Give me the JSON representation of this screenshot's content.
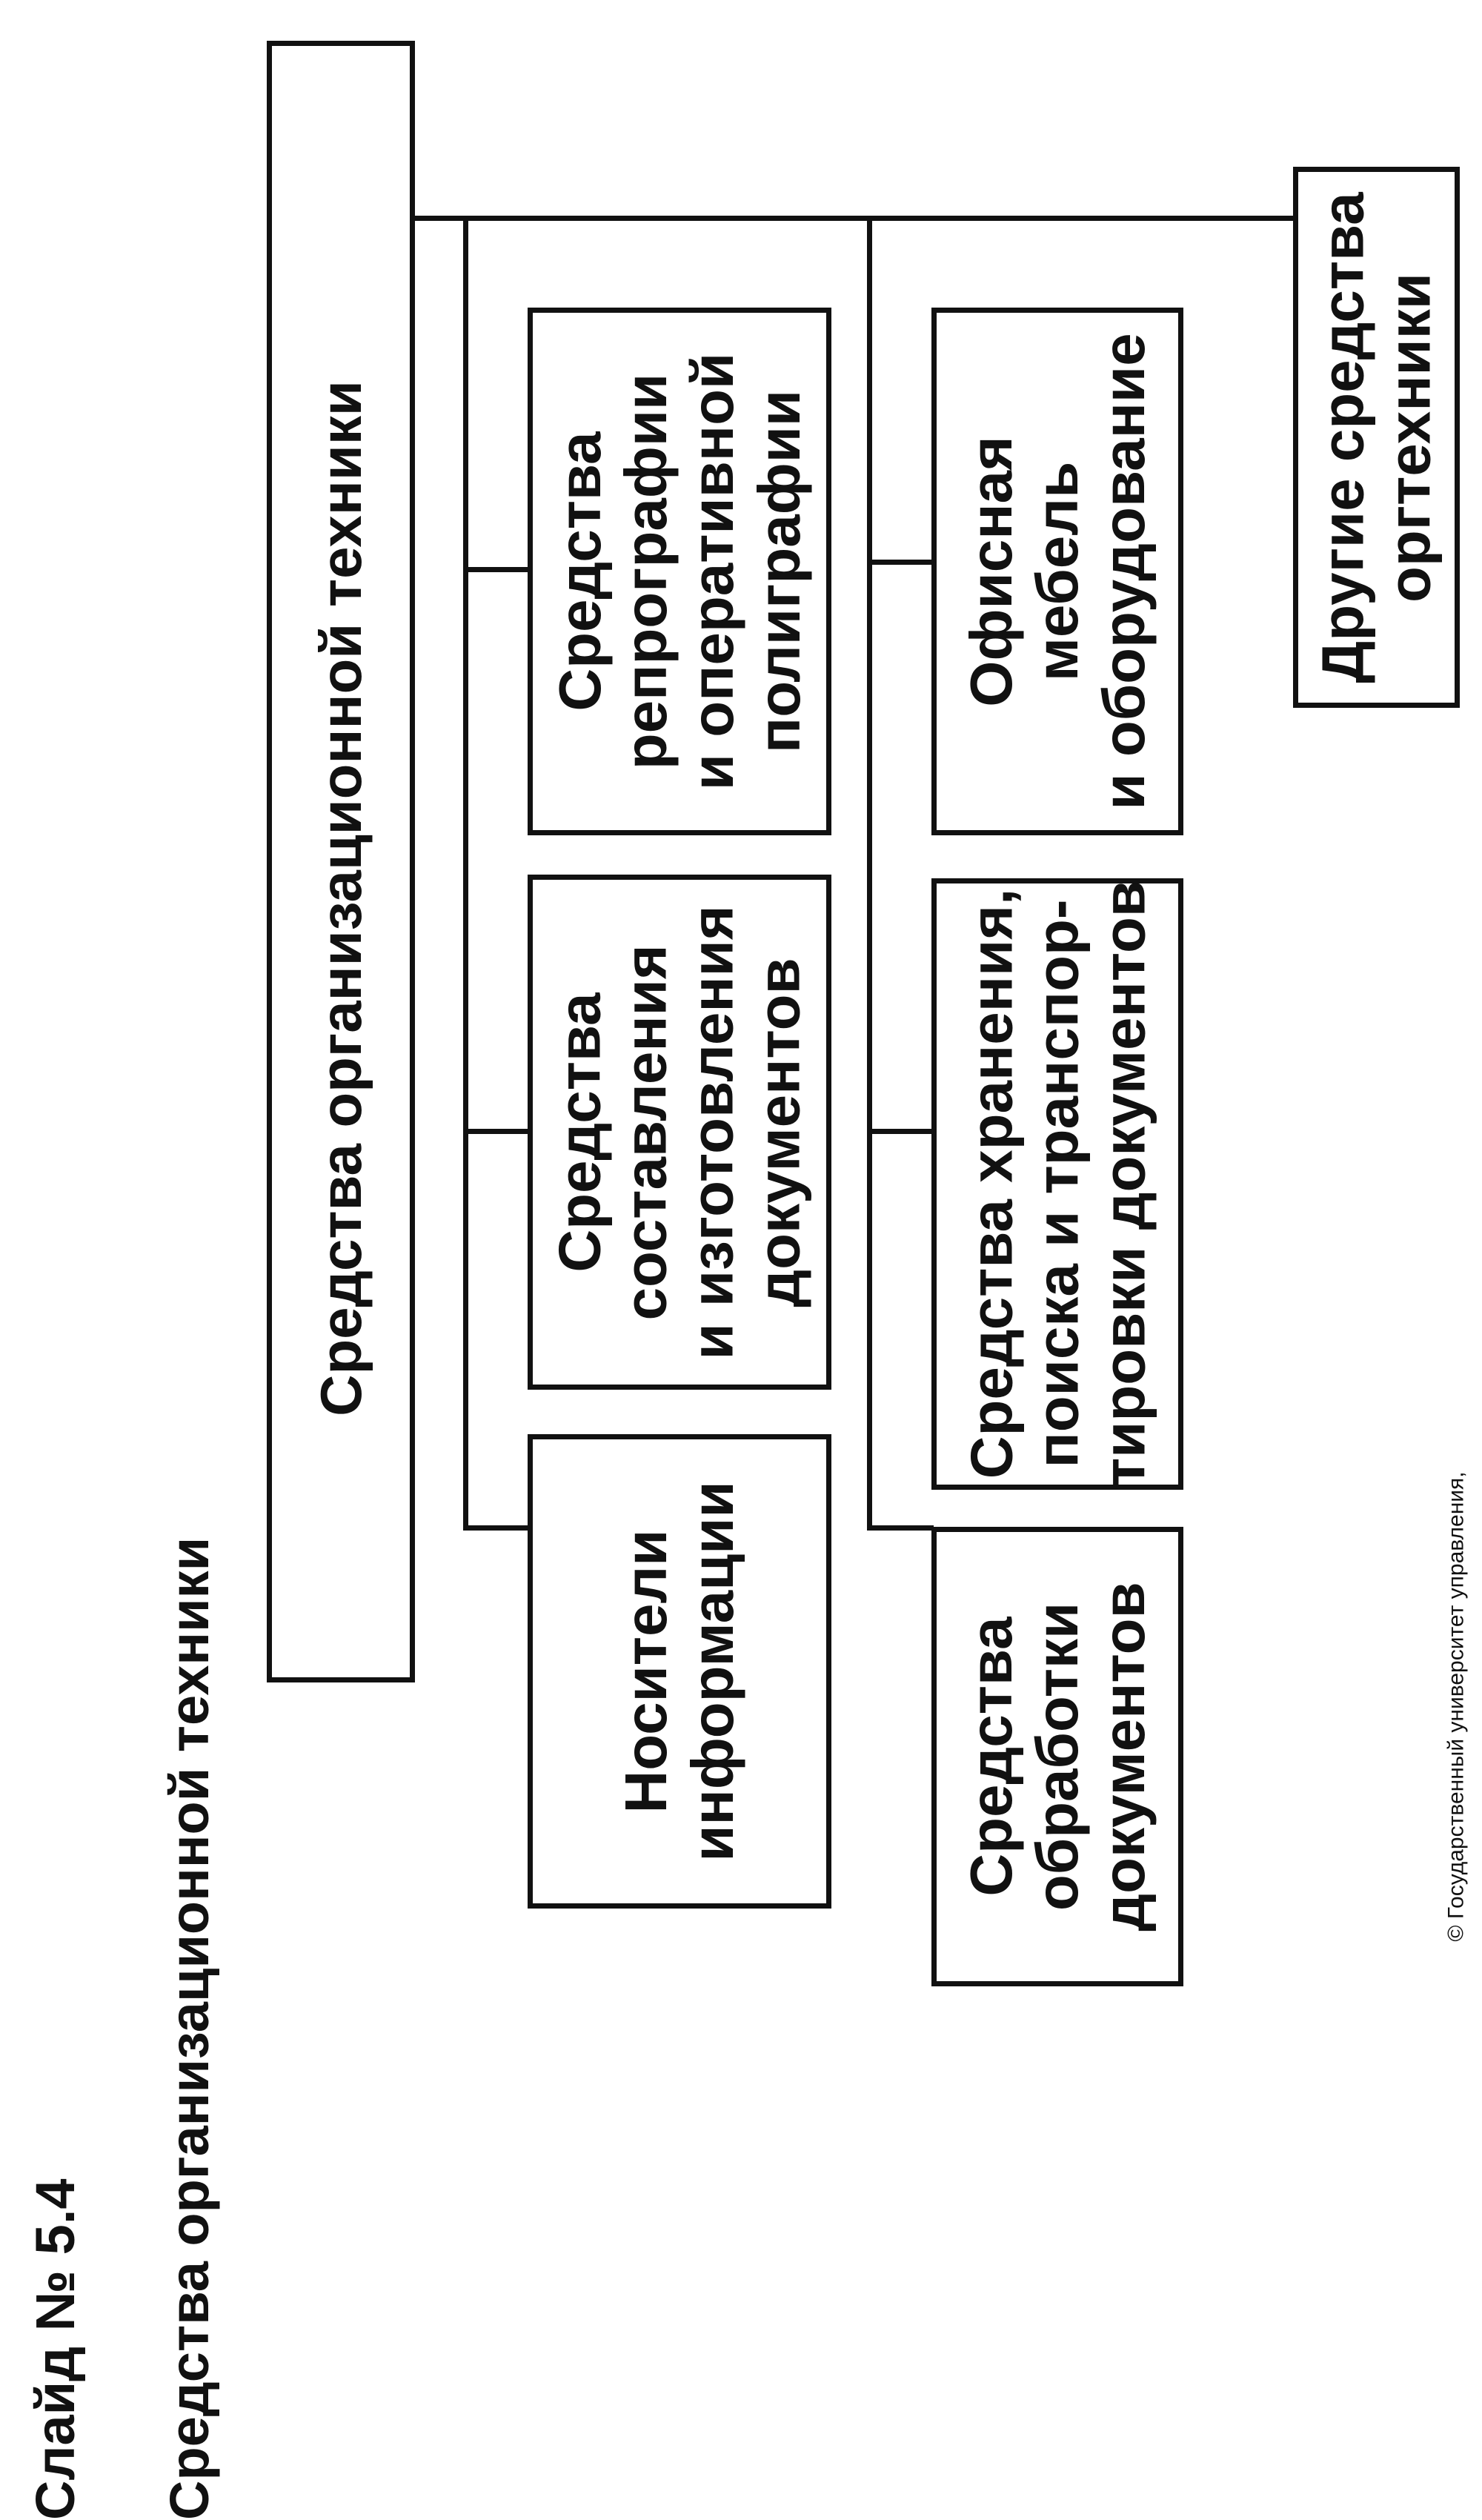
{
  "slide": {
    "number": "Слайд № 5.4",
    "title": "Средства организационной техники"
  },
  "diagram": {
    "root": "Средства организационной техники",
    "column1": [
      "Носители\nинформации",
      "Средства\nсоставления\nи изготовления\nдокументов",
      "Средства\nрепрографии\nи оперативной\nполиграфии"
    ],
    "column2": [
      "Средства\nобработки\nдокументов",
      "Средства хранения,\nпоиска и транспор-\nтировки документов",
      "Офисная\nмебель\nи оборудование"
    ],
    "other": "Другие средства\nоргтехники"
  },
  "footer": {
    "copyright": "© Государственный университет управления,"
  }
}
